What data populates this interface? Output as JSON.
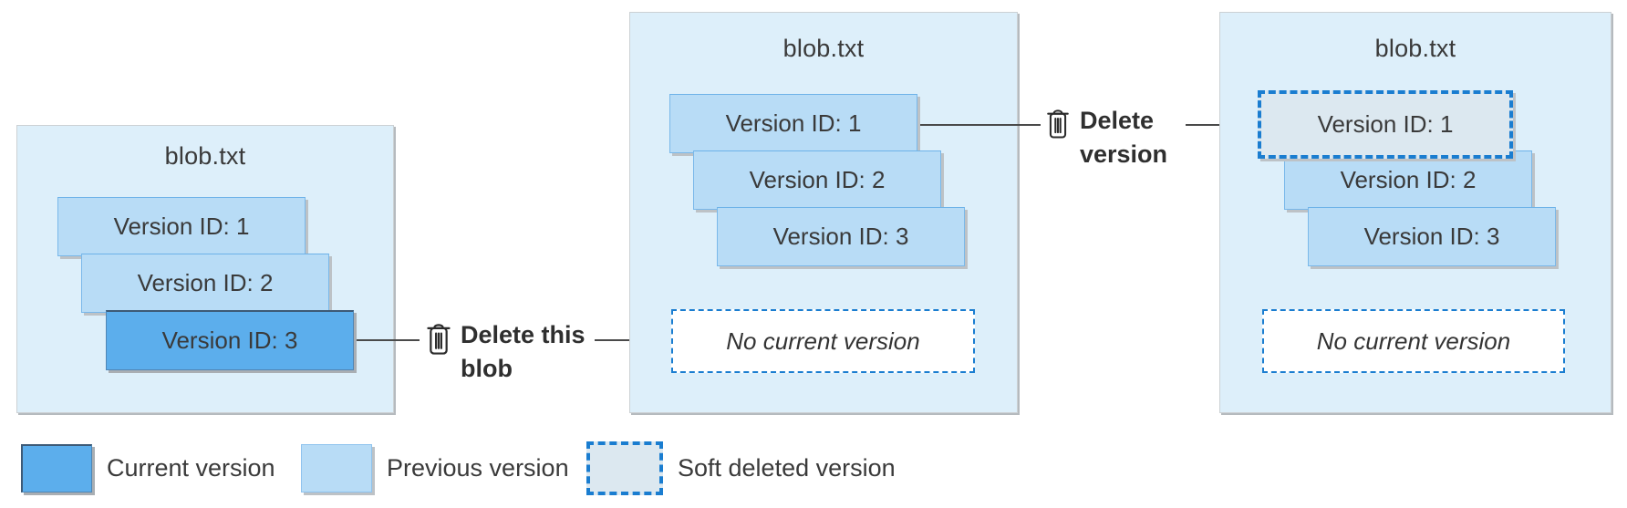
{
  "diagram": {
    "panels": [
      {
        "title": "blob.txt",
        "versions": [
          {
            "label": "Version ID: 1",
            "state": "previous"
          },
          {
            "label": "Version ID: 2",
            "state": "previous"
          },
          {
            "label": "Version ID: 3",
            "state": "current"
          }
        ]
      },
      {
        "title": "blob.txt",
        "versions": [
          {
            "label": "Version ID: 1",
            "state": "previous"
          },
          {
            "label": "Version ID: 2",
            "state": "previous"
          },
          {
            "label": "Version ID: 3",
            "state": "previous"
          }
        ],
        "no_current_label": "No current version"
      },
      {
        "title": "blob.txt",
        "versions": [
          {
            "label": "Version ID: 1",
            "state": "soft-deleted"
          },
          {
            "label": "Version ID: 2",
            "state": "previous"
          },
          {
            "label": "Version ID: 3",
            "state": "previous"
          }
        ],
        "no_current_label": "No current version"
      }
    ],
    "actions": [
      {
        "icon": "trash-icon",
        "line1": "Delete this",
        "line2": "blob"
      },
      {
        "icon": "trash-icon",
        "line1": "Delete",
        "line2": "version"
      }
    ],
    "legend": [
      {
        "label": "Current version",
        "swatch": "current"
      },
      {
        "label": "Previous version",
        "swatch": "previous"
      },
      {
        "label": "Soft deleted version",
        "swatch": "soft-deleted"
      }
    ],
    "colors": {
      "panel_background": "#ddeffa",
      "current_fill": "#5caeec",
      "previous_fill": "#b8dcf6",
      "soft_deleted_fill": "#dce8f0",
      "dashed_border_blue": "#1a7dd0",
      "line_color": "#4a4a4a",
      "text_color": "#3a3a3a"
    }
  }
}
